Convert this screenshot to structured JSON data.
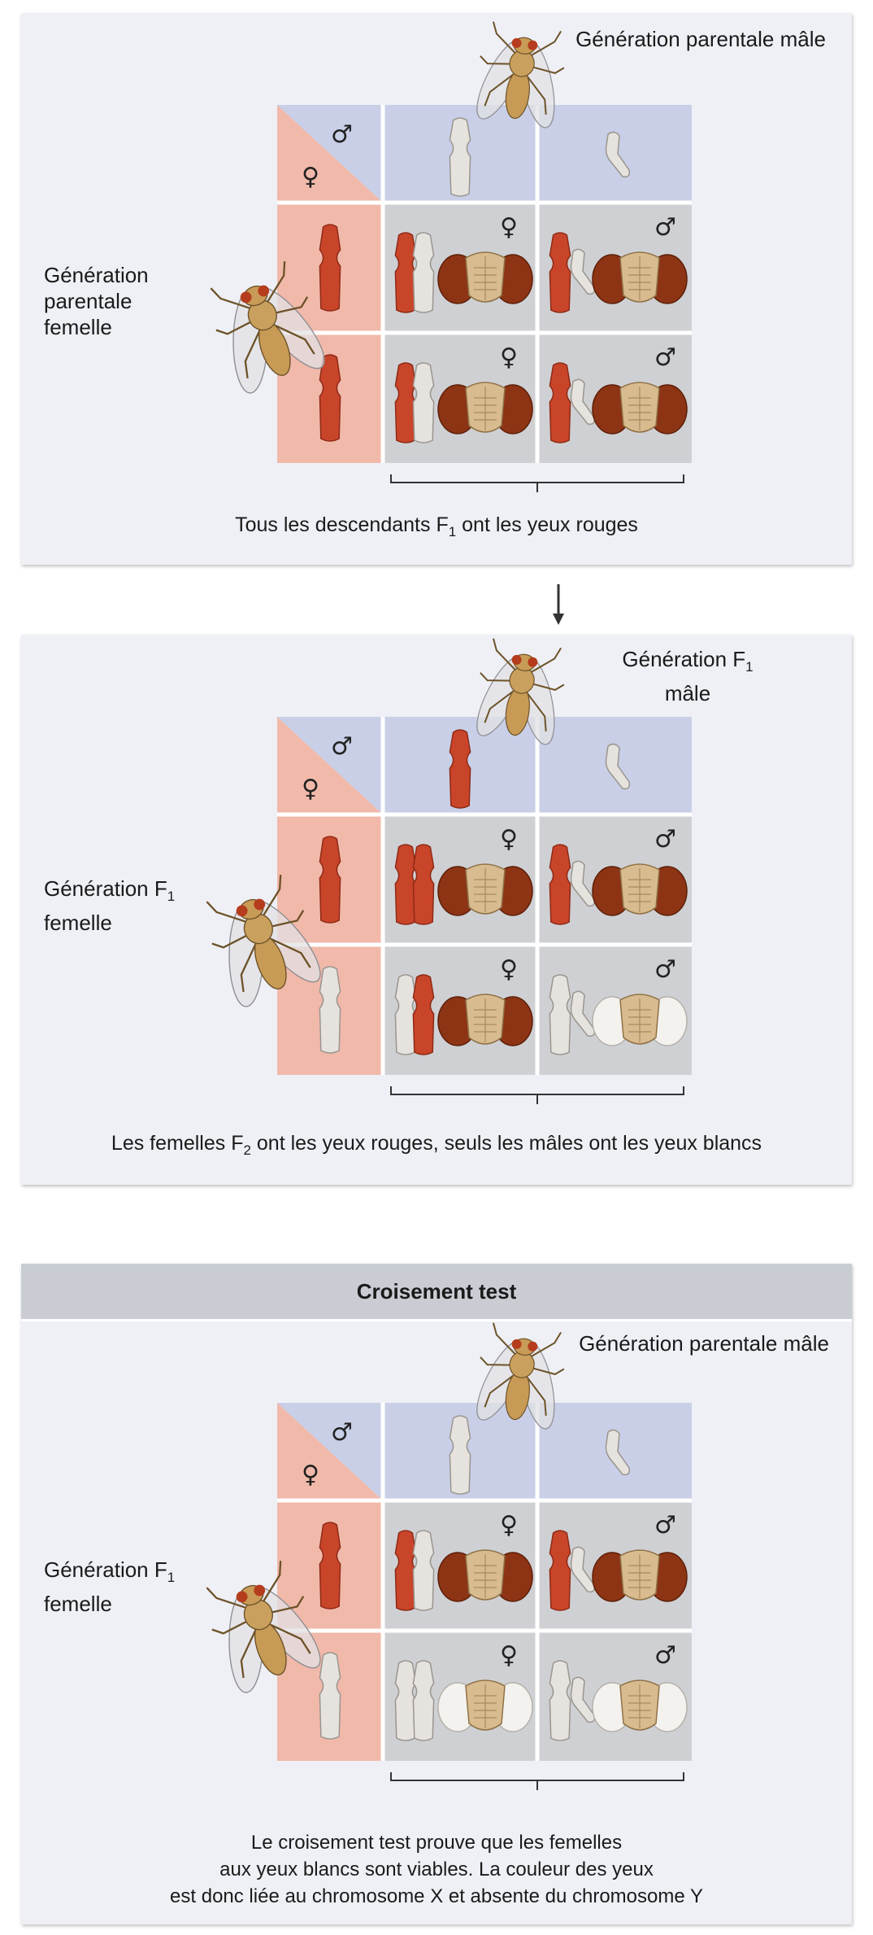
{
  "panel1": {
    "male_label": "Génération parentale mâle",
    "female_label_1": "Génération",
    "female_label_2": "parentale",
    "female_label_3": "femelle",
    "caption_pre": "Tous les descendants F",
    "caption_sub": "1",
    "caption_post": " ont les yeux rouges",
    "male_gamete_x": "white",
    "female_gamete_x1": "red",
    "female_gamete_x2": "red",
    "offspring_eyes": [
      "red",
      "red",
      "red",
      "red"
    ]
  },
  "panel2": {
    "male_label_pre": "Génération F",
    "male_label_sub": "1",
    "male_label_2": "mâle",
    "female_label_pre": "Génération F",
    "female_label_sub": "1",
    "female_label_2": "femelle",
    "caption_pre": "Les femelles F",
    "caption_sub": "2",
    "caption_post": " ont les yeux rouges, seuls les mâles ont les yeux blancs",
    "offspring_eyes": [
      "red",
      "red",
      "red",
      "white"
    ]
  },
  "panel3": {
    "title": "Croisement test",
    "male_label": "Génération parentale mâle",
    "female_label_pre": "Génération F",
    "female_label_sub": "1",
    "female_label_2": "femelle",
    "caption_line1": "Le croisement test prouve que les femelles",
    "caption_line2": "aux yeux blancs sont viables. La couleur des yeux",
    "caption_line3": "est donc liée au chromosome X et absente du chromosome Y",
    "offspring_eyes": [
      "red",
      "red",
      "white",
      "white"
    ]
  },
  "symbols": {
    "female": "♀",
    "male": "♂"
  },
  "colors": {
    "red_chromosome": "#c9452a",
    "white_chromosome": "#e6e3df",
    "male_header_bg": "#c8cfe6",
    "female_header_bg": "#f1b9aa",
    "offspring_bg": "#cfd0d3",
    "panel_bg": "#eef0f5"
  }
}
